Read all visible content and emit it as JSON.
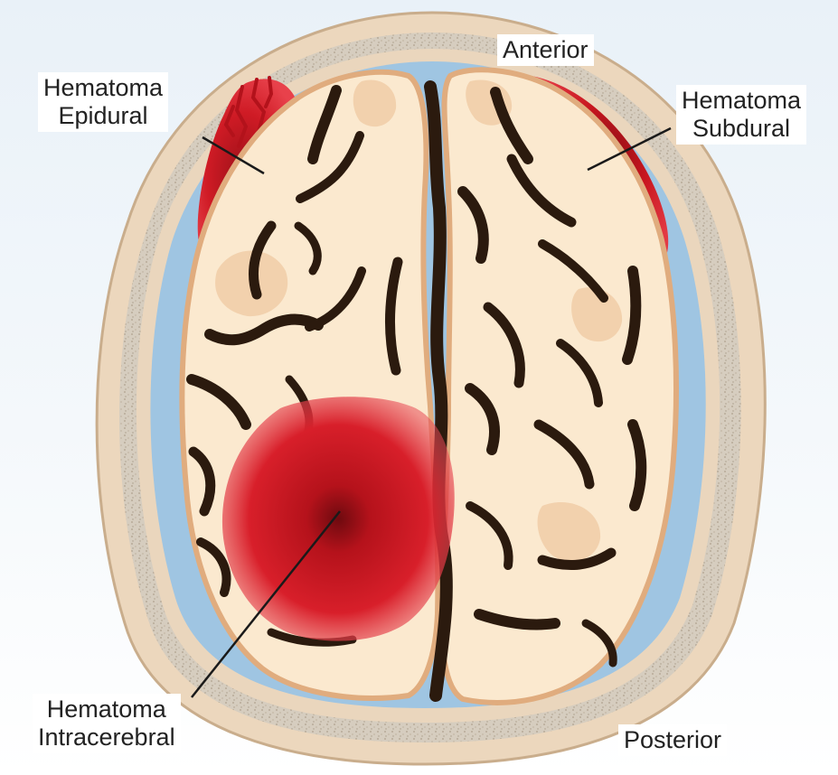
{
  "labels": {
    "epidural": {
      "line1": "Hematoma",
      "line2": "Epidural"
    },
    "subdural": {
      "line1": "Hematoma",
      "line2": "Subdural"
    },
    "intracerebral": {
      "line1": "Hematoma",
      "line2": "Intracerebral"
    },
    "anterior": "Anterior",
    "posterior": "Posterior"
  },
  "colors": {
    "background": "#eef4f9",
    "skull": "#ead4b8",
    "bone_marrow": "#cfc6b8",
    "csf": "#9cc3e0",
    "brain_tissue": "#fdf0dc",
    "cortex": "#e6b58a",
    "sulci": "#2a1a10",
    "hematoma": "#d71f2a",
    "hematoma_core": "#8a0f14",
    "leader_line": "#1a1a1a"
  }
}
